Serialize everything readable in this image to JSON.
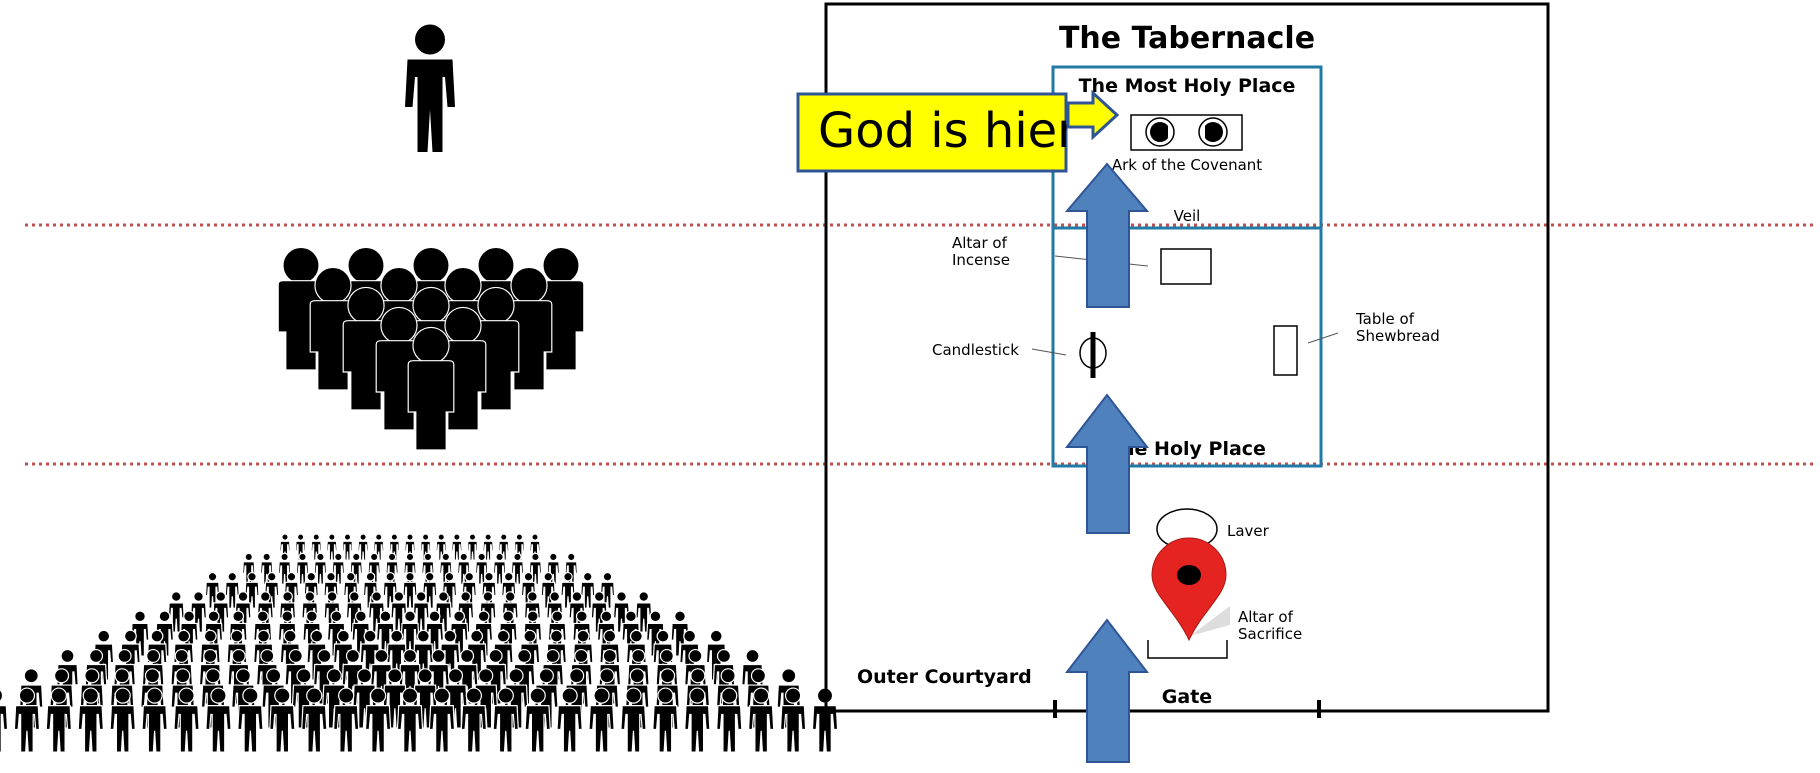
{
  "diagram": {
    "title": "The Tabernacle",
    "callout": "God is hier",
    "rooms": {
      "most_holy": "The Most Holy Place",
      "holy": "The Holy Place",
      "courtyard": "Outer Courtyard"
    },
    "items": {
      "ark": "Ark of the Covenant",
      "veil": "Veil",
      "altar_incense_1": "Altar of",
      "altar_incense_2": "Incense",
      "candlestick": "Candlestick",
      "table_1": "Table of",
      "table_2": "Shewbread",
      "laver": "Laver",
      "altar_sacrifice_1": "Altar of",
      "altar_sacrifice_2": "Sacrifice",
      "gate": "Gate"
    },
    "colors": {
      "room_border": "#1f7aa6",
      "arrow_fill": "#4f81bd",
      "arrow_stroke": "#2f5597",
      "callout_fill": "#ffff00",
      "callout_border": "#2f5597",
      "divider": "#c0504d",
      "pin": "#e52421"
    },
    "groups": {
      "individual": "person-icon",
      "priests": "group-icon",
      "crowd": "crowd-icon"
    }
  }
}
